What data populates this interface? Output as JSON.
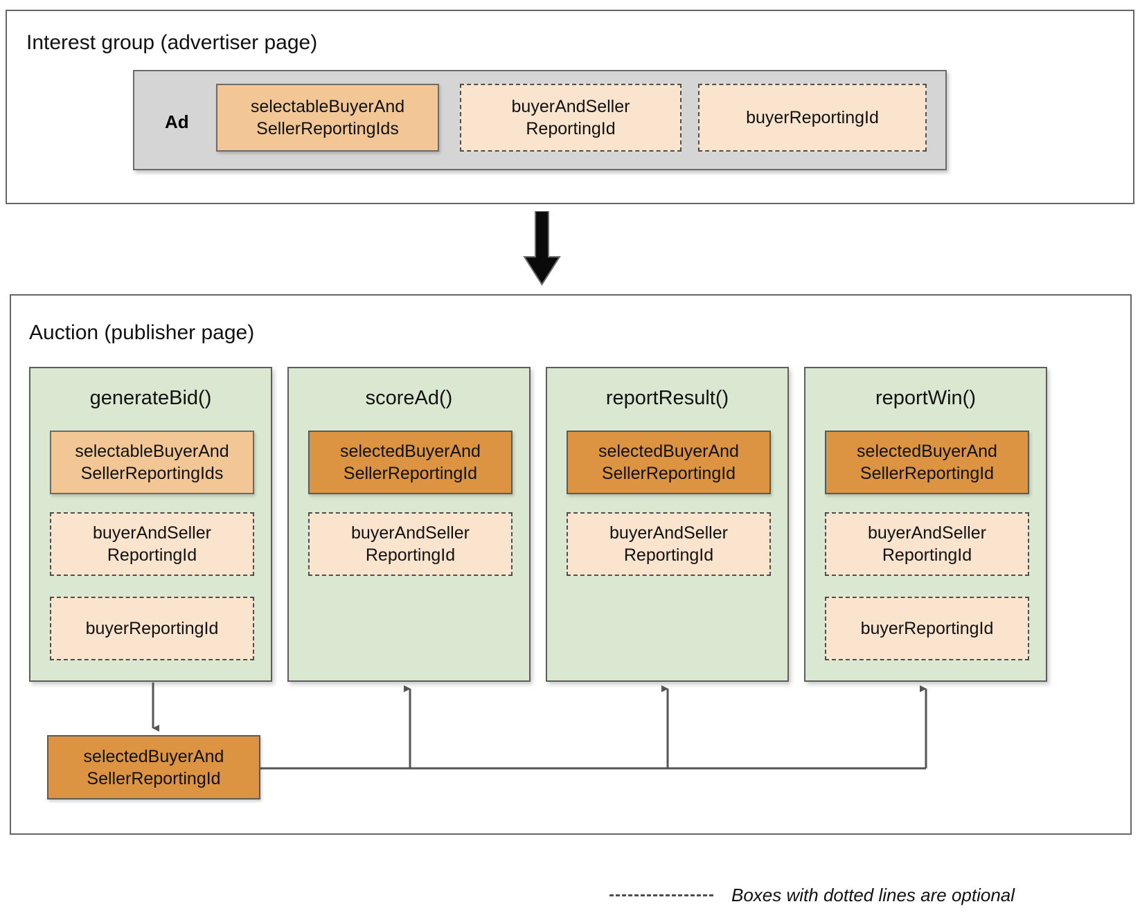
{
  "diagram": {
    "interest_group": {
      "title": "Interest group (advertiser page)",
      "ad_label": "Ad",
      "chips": [
        {
          "text": "selectableBuyerAnd SellerReportingIds",
          "style": "solid-light"
        },
        {
          "text": "buyerAndSeller ReportingId",
          "style": "dashed"
        },
        {
          "text": "buyerReportingId",
          "style": "dashed"
        }
      ]
    },
    "flow_arrow": {
      "icon": "down-arrow-icon",
      "direction": "down"
    },
    "auction": {
      "title": "Auction (publisher page)",
      "columns": [
        {
          "name": "generateBid()",
          "slots": [
            {
              "text": "selectableBuyerAnd SellerReportingIds",
              "style": "solid-light"
            },
            {
              "text": "buyerAndSeller ReportingId",
              "style": "dashed"
            },
            {
              "text": "buyerReportingId",
              "style": "dashed"
            }
          ]
        },
        {
          "name": "scoreAd()",
          "slots": [
            {
              "text": "selectedBuyerAnd SellerReportingId",
              "style": "solid-dark"
            },
            {
              "text": "buyerAndSeller ReportingId",
              "style": "dashed"
            }
          ]
        },
        {
          "name": "reportResult()",
          "slots": [
            {
              "text": "selectedBuyerAnd SellerReportingId",
              "style": "solid-dark"
            },
            {
              "text": "buyerAndSeller ReportingId",
              "style": "dashed"
            }
          ]
        },
        {
          "name": "reportWin()",
          "slots": [
            {
              "text": "selectedBuyerAnd SellerReportingId",
              "style": "solid-dark"
            },
            {
              "text": "buyerAndSeller ReportingId",
              "style": "dashed"
            },
            {
              "text": "buyerReportingId",
              "style": "dashed"
            }
          ]
        }
      ],
      "result_box": {
        "text": "selectedBuyerAnd SellerReportingId",
        "style": "solid-dark"
      }
    },
    "legend": {
      "swatch": "dashed-line-icon",
      "text": "Boxes with dotted lines are optional"
    },
    "colors": {
      "solid_light": "#F3C795",
      "solid_dark": "#DC9342",
      "dashed_fill": "#FAE4CD",
      "column_green": "#DAE8D1",
      "ad_grey": "#D5D5D5",
      "border_grey": "#5D5D5D",
      "connector": "#555555"
    }
  }
}
